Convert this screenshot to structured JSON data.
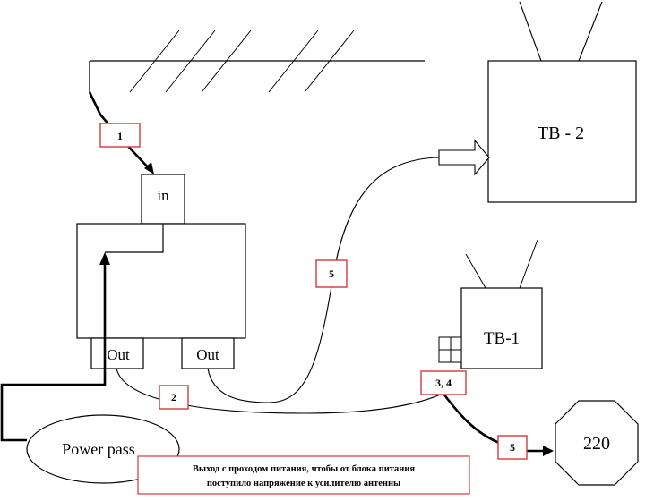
{
  "labels": {
    "tv2": "ТВ - 2",
    "tv1": "ТВ-1",
    "splitter_in": "in",
    "splitter_out_left": "Out",
    "splitter_out_right": "Out",
    "power_pass": "Power pass",
    "outlet": "220",
    "marker_1": "1",
    "marker_2": "2",
    "marker_5_upper": "5",
    "marker_34": "3, 4",
    "marker_5_lower": "5",
    "note_line1": "Выход с проходом питания, чтобы от блока питания",
    "note_line2": "поступило напряжение к усилителю антенны"
  },
  "colors": {
    "marker_border": "#d23a3a",
    "line": "#000000"
  }
}
